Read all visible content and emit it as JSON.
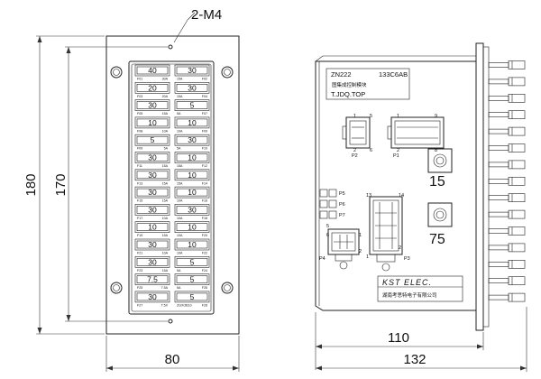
{
  "dimensions": {
    "hole_callout": "2-M4",
    "height_outer": "180",
    "height_inner": "170",
    "width_front": "80",
    "depth_body": "110",
    "depth_total": "132"
  },
  "front_view": {
    "rows": [
      {
        "left": {
          "value": "40",
          "labels": [
            "F01",
            "30A"
          ]
        },
        "right": {
          "value": "30",
          "labels": [
            "15A",
            "F02"
          ]
        }
      },
      {
        "left": {
          "value": "20",
          "labels": [
            "F03",
            "20A"
          ]
        },
        "right": {
          "value": "30",
          "labels": [
            "15A",
            "F04"
          ]
        }
      },
      {
        "left": {
          "value": "30",
          "labels": [
            "F05",
            "15A"
          ]
        },
        "right": {
          "value": "5",
          "labels": [
            "5A",
            "F07"
          ]
        }
      },
      {
        "left": {
          "value": "10",
          "labels": [
            "F08",
            "10A"
          ]
        },
        "right": {
          "value": "10",
          "labels": [
            "10A",
            "F09"
          ]
        }
      },
      {
        "left": {
          "value": "5",
          "labels": [
            "F09",
            "5A"
          ]
        },
        "right": {
          "value": "30",
          "labels": [
            "5A",
            "F10"
          ]
        }
      },
      {
        "left": {
          "value": "30",
          "labels": [
            "F11",
            "15A"
          ]
        },
        "right": {
          "value": "10",
          "labels": [
            "15A",
            "F12"
          ]
        }
      },
      {
        "left": {
          "value": "30",
          "labels": [
            "F13",
            "15A"
          ]
        },
        "right": {
          "value": "10",
          "labels": [
            "15A",
            "F14"
          ]
        }
      },
      {
        "left": {
          "value": "30",
          "labels": [
            "F15",
            "15A"
          ]
        },
        "right": {
          "value": "10",
          "labels": [
            "10A",
            "F16"
          ]
        }
      },
      {
        "left": {
          "value": "30",
          "labels": [
            "F17",
            "10A"
          ]
        },
        "right": {
          "value": "30",
          "labels": [
            "10A",
            "F18"
          ]
        }
      },
      {
        "left": {
          "value": "10",
          "labels": [
            "F19",
            "15A"
          ]
        },
        "right": {
          "value": "10",
          "labels": [
            "10A",
            "F20"
          ]
        }
      },
      {
        "left": {
          "value": "30",
          "labels": [
            "F21",
            "10A"
          ]
        },
        "right": {
          "value": "10",
          "labels": [
            "10A",
            "F22"
          ]
        }
      },
      {
        "left": {
          "value": "30",
          "labels": [
            "F23",
            "15A"
          ]
        },
        "right": {
          "value": "5",
          "labels": [
            "5A",
            "F24"
          ]
        }
      },
      {
        "left": {
          "value": "7.5",
          "labels": [
            "F25",
            "7.5A"
          ]
        },
        "right": {
          "value": "5",
          "labels": [
            "5A",
            "F26"
          ]
        }
      },
      {
        "left": {
          "value": "30",
          "labels": [
            "F27",
            "T.5X"
          ]
        },
        "right": {
          "value": "5",
          "labels": [
            "ZGXOB10",
            "F28"
          ]
        }
      }
    ]
  },
  "side_view": {
    "model": "ZN222",
    "code": "133C6AB",
    "title_cn": "图集成控制模块",
    "part": "T.JDQ.TOP",
    "brand": "KST ELEC.",
    "company_cn": "湖南考思特电子有限公司",
    "connectors": {
      "p1": "P1",
      "p2": "P2",
      "p3": "P3",
      "p4": "P4",
      "p5": "P5",
      "p6": "P6",
      "p7": "P7",
      "pin1a": "1",
      "pin5": "5",
      "pin2a": "2",
      "pin6": "6",
      "pin1b": "1",
      "pin9": "9",
      "pin2b": "2",
      "pin8": "8",
      "pin13": "13",
      "pin14": "14",
      "pin1c": "1",
      "pin2c": "2",
      "pin5b": "5",
      "pin6b": "6",
      "pin1d": "1",
      "pin2d": "2"
    },
    "relay_15": "15",
    "relay_75": "75"
  }
}
